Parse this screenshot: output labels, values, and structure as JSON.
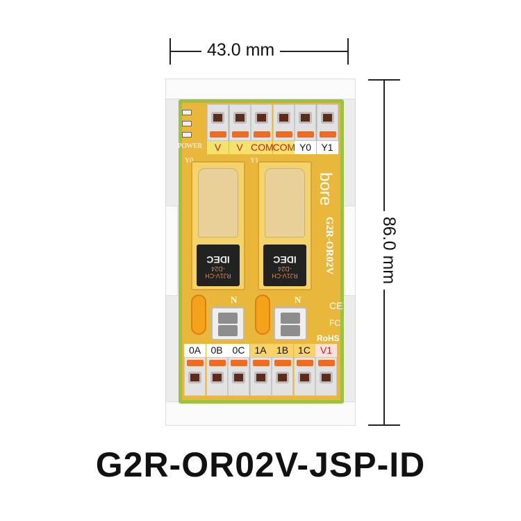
{
  "dimensions": {
    "width": "43.0 mm",
    "height": "86.0 mm"
  },
  "product_title": "G2R-OR02V-JSP-ID",
  "board": {
    "brand": "bore",
    "model": "G2R-OR02V",
    "power_label": "POWER",
    "led_labels": [
      "Y0",
      "Y1"
    ],
    "no_labels": [
      "N",
      "N"
    ],
    "cert_marks": [
      "CE",
      "FC",
      "RoHS"
    ],
    "relay_text": [
      "RJ1V-CH",
      "-D24",
      "IDEC"
    ],
    "top_terminals": [
      {
        "label": "V",
        "bg": "#f3e36a",
        "color": "#c0261c"
      },
      {
        "label": "V",
        "bg": "#f3e36a",
        "color": "#c0261c"
      },
      {
        "label": "COM",
        "bg": "#f3e36a",
        "color": "#c0261c"
      },
      {
        "label": "COM",
        "bg": "#f3e36a",
        "color": "#c0261c"
      },
      {
        "label": "Y0",
        "bg": "#ffffff",
        "color": "#111111"
      },
      {
        "label": "Y1",
        "bg": "#ffffff",
        "color": "#111111"
      }
    ],
    "bottom_terminals": [
      {
        "label": "0A",
        "bg": "#ffffff",
        "color": "#111111"
      },
      {
        "label": "0B",
        "bg": "#ffffff",
        "color": "#111111"
      },
      {
        "label": "0C",
        "bg": "#ffffff",
        "color": "#111111"
      },
      {
        "label": "1A",
        "bg": "#f7d36a",
        "color": "#111111"
      },
      {
        "label": "1B",
        "bg": "#f7d36a",
        "color": "#111111"
      },
      {
        "label": "1C",
        "bg": "#f7d36a",
        "color": "#111111"
      },
      {
        "label": "V1",
        "bg": "#fbe0dc",
        "color": "#c0261c"
      }
    ]
  }
}
